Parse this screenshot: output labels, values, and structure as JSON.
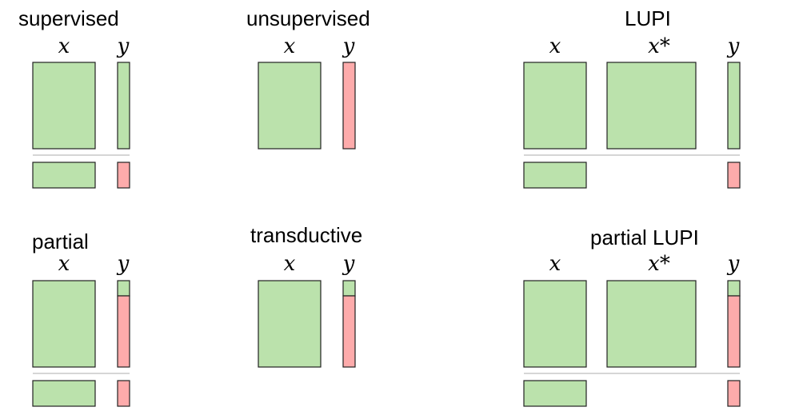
{
  "colors": {
    "known": "#bbe2ac",
    "unknown": "#fdabab",
    "border": "#222222",
    "separator": "#c8c8c8"
  },
  "panels": [
    {
      "id": "supervised",
      "title": "supervised",
      "labels": {
        "x": "x",
        "y": "y"
      },
      "y_known": "all",
      "has_test_rows": true,
      "has_x_star": false
    },
    {
      "id": "unsupervised",
      "title": "unsupervised",
      "labels": {
        "x": "x",
        "y": "y"
      },
      "y_known": "none",
      "has_test_rows": false,
      "has_x_star": false
    },
    {
      "id": "lupi",
      "title": "LUPI",
      "labels": {
        "x": "x",
        "x_star": "x*",
        "y": "y"
      },
      "y_known": "all",
      "has_test_rows": true,
      "has_x_star": true
    },
    {
      "id": "partial",
      "title": "partial",
      "labels": {
        "x": "x",
        "y": "y"
      },
      "y_known": "some",
      "has_test_rows": true,
      "has_x_star": false
    },
    {
      "id": "transductive",
      "title": "transductive",
      "labels": {
        "x": "x",
        "y": "y"
      },
      "y_known": "some",
      "has_test_rows": false,
      "has_x_star": false
    },
    {
      "id": "partial-lupi",
      "title": "partial LUPI",
      "labels": {
        "x": "x",
        "x_star": "x*",
        "y": "y"
      },
      "y_known": "some",
      "has_test_rows": true,
      "has_x_star": true
    }
  ]
}
